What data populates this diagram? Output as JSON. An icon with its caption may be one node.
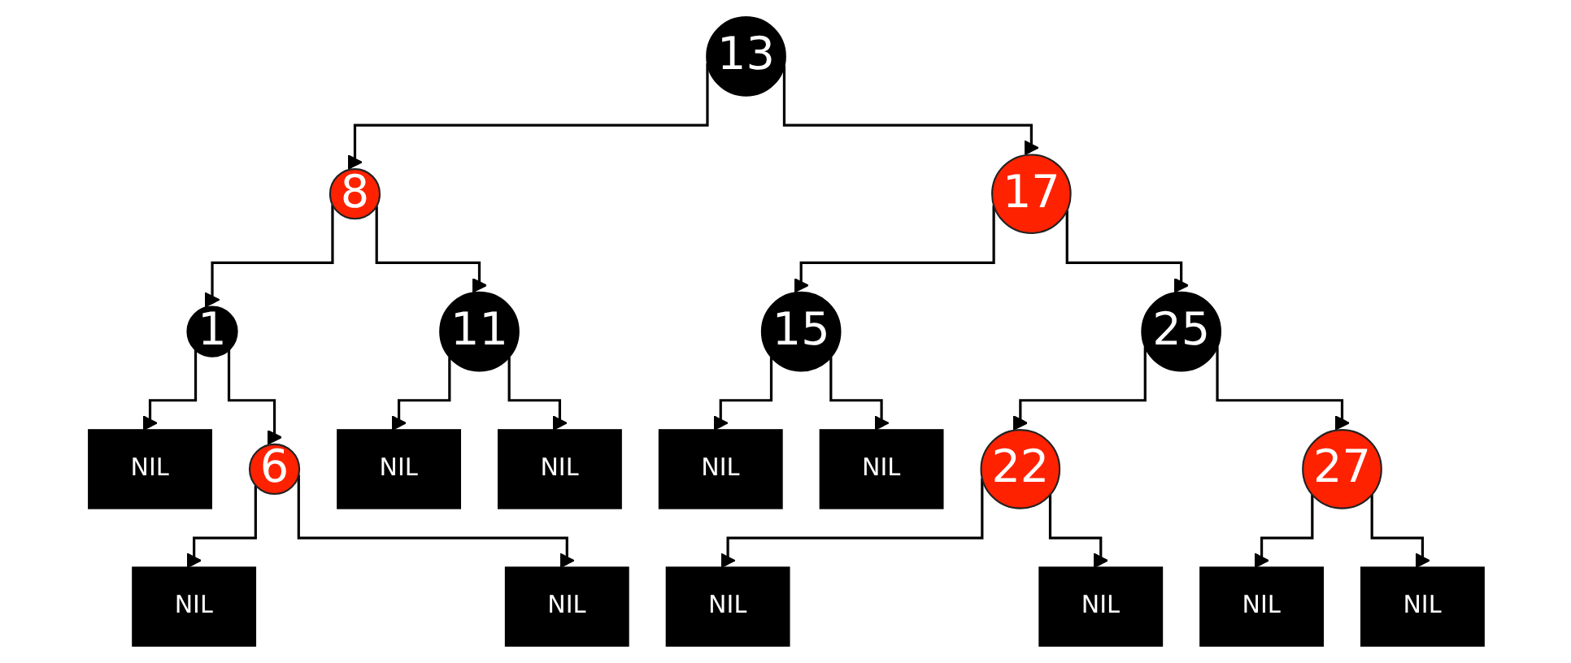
{
  "diagram": {
    "nodes": [
      {
        "text": [
          "13"
        ]
      },
      {
        "text": [
          "8"
        ]
      },
      {
        "text": [
          "17"
        ]
      },
      {
        "text": [
          "1"
        ]
      },
      {
        "text": [
          "11"
        ]
      },
      {
        "text": [
          "15"
        ]
      },
      {
        "text": [
          "25"
        ]
      },
      {
        "text": [
          "NIL"
        ]
      },
      {
        "text": [
          "6"
        ]
      },
      {
        "text": [
          "NIL"
        ]
      },
      {
        "text": [
          "NIL"
        ]
      },
      {
        "text": [
          "NIL"
        ]
      },
      {
        "text": [
          "NIL"
        ]
      },
      {
        "text": [
          "22"
        ]
      },
      {
        "text": [
          "27"
        ]
      },
      {
        "text": [
          "NIL"
        ]
      },
      {
        "text": [
          "NIL"
        ]
      },
      {
        "text": [
          "NIL"
        ]
      },
      {
        "text": [
          "NIL"
        ]
      },
      {
        "text": [
          "NIL"
        ]
      },
      {
        "text": [
          "NIL"
        ]
      }
    ],
    "edges": [
      {
        "from": 0,
        "to": 1,
        "arrow": "to"
      },
      {
        "from": 0,
        "to": 2,
        "arrow": "to"
      },
      {
        "from": 1,
        "to": 3,
        "arrow": "to"
      },
      {
        "from": 1,
        "to": 4,
        "arrow": "to"
      },
      {
        "from": 2,
        "to": 5,
        "arrow": "to"
      },
      {
        "from": 2,
        "to": 6,
        "arrow": "to"
      },
      {
        "from": 3,
        "to": 7,
        "arrow": "to"
      },
      {
        "from": 3,
        "to": 8,
        "arrow": "to"
      },
      {
        "from": 4,
        "to": 9,
        "arrow": "to"
      },
      {
        "from": 4,
        "to": 10,
        "arrow": "to"
      },
      {
        "from": 5,
        "to": 11,
        "arrow": "to"
      },
      {
        "from": 5,
        "to": 12,
        "arrow": "to"
      },
      {
        "from": 6,
        "to": 13,
        "arrow": "to"
      },
      {
        "from": 6,
        "to": 14,
        "arrow": "to"
      },
      {
        "from": 8,
        "to": 15,
        "arrow": "to"
      },
      {
        "from": 8,
        "to": 16,
        "arrow": "to"
      },
      {
        "from": 13,
        "to": 17,
        "arrow": "to"
      },
      {
        "from": 13,
        "to": 18,
        "arrow": "to"
      },
      {
        "from": 14,
        "to": 19,
        "arrow": "to"
      },
      {
        "from": 14,
        "to": 20,
        "arrow": "to"
      }
    ]
  }
}
